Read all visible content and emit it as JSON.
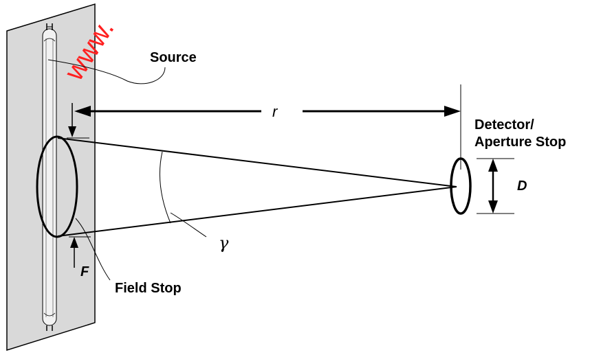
{
  "diagram": {
    "labels": {
      "source": "Source",
      "distance": "r",
      "detector_line1": "Detector/",
      "detector_line2": "Aperture Stop",
      "diameter": "D",
      "angle": "γ",
      "field_symbol": "F",
      "field_stop": "Field Stop"
    },
    "watermark": "www."
  },
  "colors": {
    "panel_fill": "#d9d9d9",
    "stroke": "#000000",
    "watermark": "#ff2020",
    "background": "#ffffff"
  }
}
